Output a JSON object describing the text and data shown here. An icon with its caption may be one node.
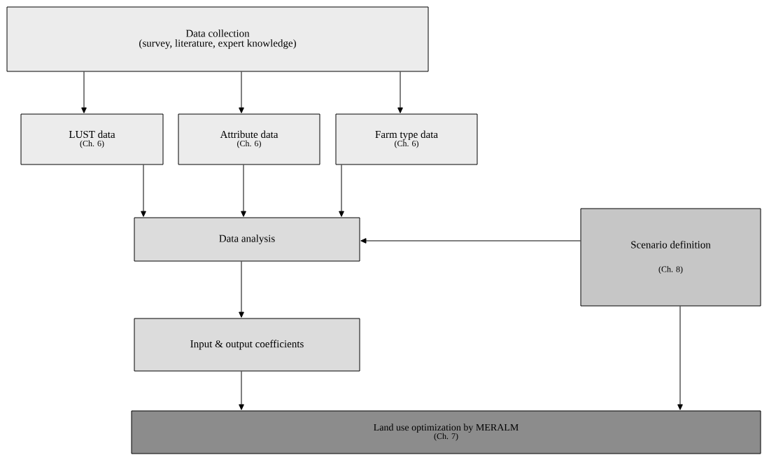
{
  "diagram": {
    "nodes": [
      {
        "text": [
          "Data collection",
          "(survey, literature, expert knowledge)"
        ]
      },
      {
        "text": [
          "LUST data",
          "(Ch. 6)"
        ]
      },
      {
        "text": [
          "Attribute data",
          "(Ch. 6)"
        ]
      },
      {
        "text": [
          "Farm type data",
          "(Ch. 6)"
        ]
      },
      {
        "text": [
          "Data analysis"
        ]
      },
      {
        "text": [
          "Scenario definition",
          "(Ch. 8)"
        ]
      },
      {
        "text": [
          "Input & output coefficients"
        ]
      },
      {
        "text": [
          "Land use optimization by MERALM",
          "(Ch. 7)"
        ]
      }
    ],
    "edges": [
      {
        "from": 0,
        "to": 1,
        "arrow": "to"
      },
      {
        "from": 0,
        "to": 2,
        "arrow": "to"
      },
      {
        "from": 0,
        "to": 3,
        "arrow": "to"
      },
      {
        "from": 1,
        "to": 4,
        "arrow": "to"
      },
      {
        "from": 2,
        "to": 4,
        "arrow": "to"
      },
      {
        "from": 3,
        "to": 4,
        "arrow": "to"
      },
      {
        "from": 5,
        "to": 4,
        "arrow": "to"
      },
      {
        "from": 4,
        "to": 6,
        "arrow": "to"
      },
      {
        "from": 6,
        "to": 7,
        "arrow": "to"
      },
      {
        "from": 5,
        "to": 7,
        "arrow": "to"
      }
    ]
  }
}
